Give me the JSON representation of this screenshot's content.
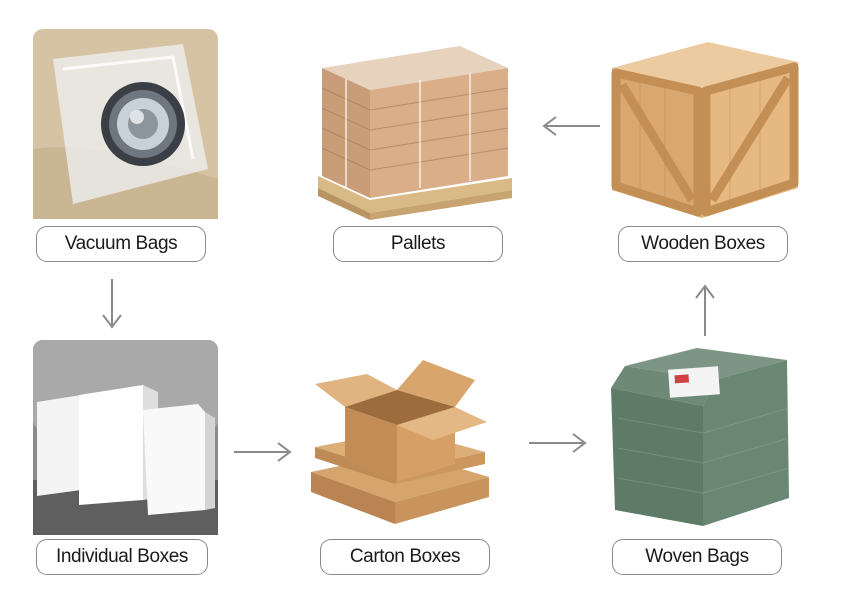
{
  "steps": [
    {
      "id": "vacuum-bags",
      "label": "Vacuum Bags"
    },
    {
      "id": "pallets",
      "label": "Pallets"
    },
    {
      "id": "wooden-boxes",
      "label": "Wooden Boxes"
    },
    {
      "id": "individual-boxes",
      "label": "Individual Boxes"
    },
    {
      "id": "carton-boxes",
      "label": "Carton Boxes"
    },
    {
      "id": "woven-bags",
      "label": "Woven Bags"
    }
  ],
  "flow": [
    {
      "from": "vacuum-bags",
      "to": "individual-boxes",
      "direction": "down"
    },
    {
      "from": "individual-boxes",
      "to": "carton-boxes",
      "direction": "right"
    },
    {
      "from": "carton-boxes",
      "to": "woven-bags",
      "direction": "right"
    },
    {
      "from": "woven-bags",
      "to": "wooden-boxes",
      "direction": "up"
    },
    {
      "from": "wooden-boxes",
      "to": "pallets",
      "direction": "left"
    }
  ],
  "colors": {
    "arrow": "#8a8a8a",
    "label_border": "#8a8a8a",
    "cardboard": "#c9955d",
    "wood": "#e2b37c",
    "woven_bag": "#5f7a66"
  }
}
